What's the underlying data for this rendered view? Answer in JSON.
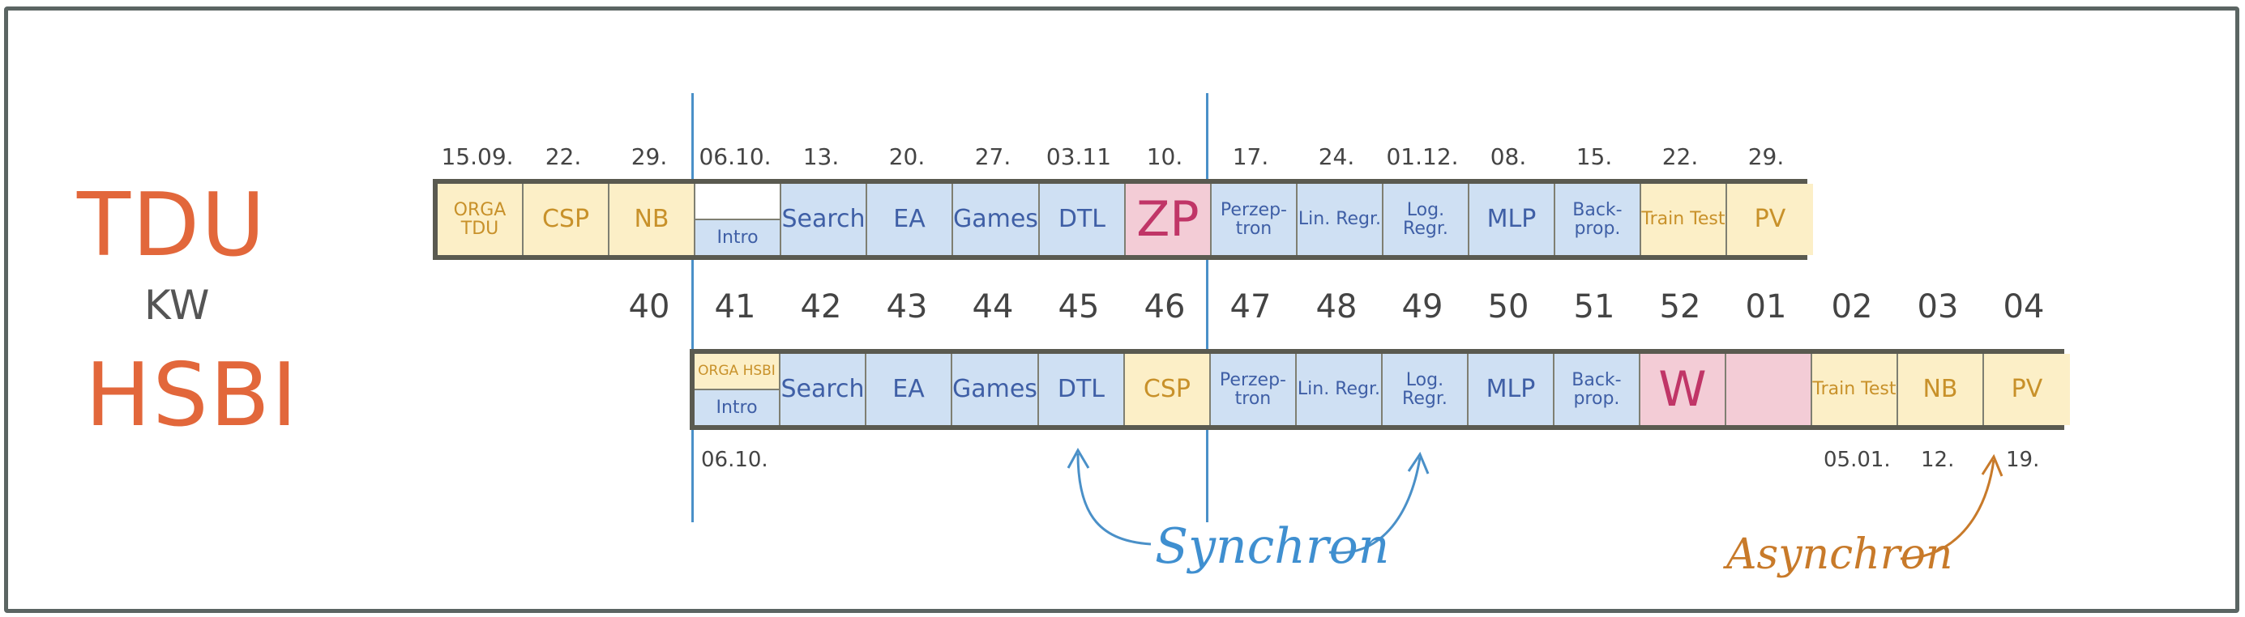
{
  "left_labels": {
    "top": "TDU",
    "middle": "KW",
    "bottom": "HSBI"
  },
  "tdu": {
    "dates": [
      "15.09.",
      "22.",
      "29.",
      "06.10.",
      "13.",
      "20.",
      "27.",
      "03.11",
      "10.",
      "17.",
      "24.",
      "01.12.",
      "08.",
      "15.",
      "22.",
      "29."
    ],
    "cells": [
      {
        "label": "ORGA TDU",
        "color": "yellow"
      },
      {
        "label": "CSP",
        "color": "yellow"
      },
      {
        "label": "NB",
        "color": "yellow"
      },
      {
        "label": "Intro",
        "color": "blue"
      },
      {
        "label": "Search",
        "color": "blue"
      },
      {
        "label": "EA",
        "color": "blue"
      },
      {
        "label": "Games",
        "color": "blue"
      },
      {
        "label": "DTL",
        "color": "blue"
      },
      {
        "label": "ZP",
        "color": "pink"
      },
      {
        "label": "Perzep-tron",
        "color": "blue"
      },
      {
        "label": "Lin. Regr.",
        "color": "blue"
      },
      {
        "label": "Log. Regr.",
        "color": "blue"
      },
      {
        "label": "MLP",
        "color": "blue"
      },
      {
        "label": "Back-prop.",
        "color": "blue"
      },
      {
        "label": "Train Test",
        "color": "yellow"
      },
      {
        "label": "PV",
        "color": "yellow"
      }
    ]
  },
  "kw_numbers": [
    "40",
    "41",
    "42",
    "43",
    "44",
    "45",
    "46",
    "47",
    "48",
    "49",
    "50",
    "51",
    "52",
    "01",
    "02",
    "03",
    "04"
  ],
  "hsbi": {
    "cells": [
      {
        "top": "ORGA HSBI",
        "bottom": "Intro",
        "color": "split"
      },
      {
        "label": "Search",
        "color": "blue"
      },
      {
        "label": "EA",
        "color": "blue"
      },
      {
        "label": "Games",
        "color": "blue"
      },
      {
        "label": "DTL",
        "color": "blue"
      },
      {
        "label": "CSP",
        "color": "yellow"
      },
      {
        "label": "Perzep-tron",
        "color": "blue"
      },
      {
        "label": "Lin. Regr.",
        "color": "blue"
      },
      {
        "label": "Log. Regr.",
        "color": "blue"
      },
      {
        "label": "MLP",
        "color": "blue"
      },
      {
        "label": "Back-prop.",
        "color": "blue"
      },
      {
        "label": "W",
        "color": "pink"
      },
      {
        "label": "",
        "color": "pink"
      },
      {
        "label": "Train Test",
        "color": "yellow"
      },
      {
        "label": "NB",
        "color": "yellow"
      },
      {
        "label": "PV",
        "color": "yellow"
      }
    ],
    "dates_start": "06.10.",
    "dates_end": [
      "05.01.",
      "12.",
      "19."
    ]
  },
  "annotations": {
    "sync": "Synchron",
    "async": "Asynchron"
  },
  "colors": {
    "accent": "#e2673b",
    "yellow": "#fcefc7",
    "blue": "#cfe0f3",
    "pink": "#f3ccd6",
    "sync": "#3f8fd0",
    "async": "#c87a2a"
  }
}
